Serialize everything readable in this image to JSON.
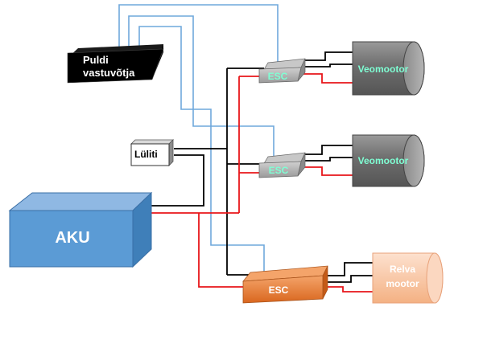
{
  "colors": {
    "signal_wire": "#6fa8dc",
    "power_black": "#000000",
    "power_red": "#e8161a",
    "battery_front": "#5b9bd5",
    "battery_top": "#8fb8e3",
    "battery_side": "#3f7fb9",
    "esc_gray": "#a9a9a9",
    "esc_orange": "#ed7d31",
    "motor_gray": "#7a7a7a",
    "motor_orange": "#f8cbad",
    "label_cyan": "#7fffd4"
  },
  "receiver": {
    "line1": "Puldi",
    "line2": "vastuvõtja"
  },
  "switch": {
    "label": "Lüliti"
  },
  "battery": {
    "label": "AKU"
  },
  "esc": [
    {
      "label": "ESC",
      "style": "gray"
    },
    {
      "label": "ESC",
      "style": "gray"
    },
    {
      "label": "ESC",
      "style": "orange"
    }
  ],
  "motors": [
    {
      "label_line1": "Veomootor",
      "label_line2": "",
      "style": "gray"
    },
    {
      "label_line1": "Veomootor",
      "label_line2": "",
      "style": "gray"
    },
    {
      "label_line1": "Relva",
      "label_line2": "mootor",
      "style": "orange"
    }
  ]
}
